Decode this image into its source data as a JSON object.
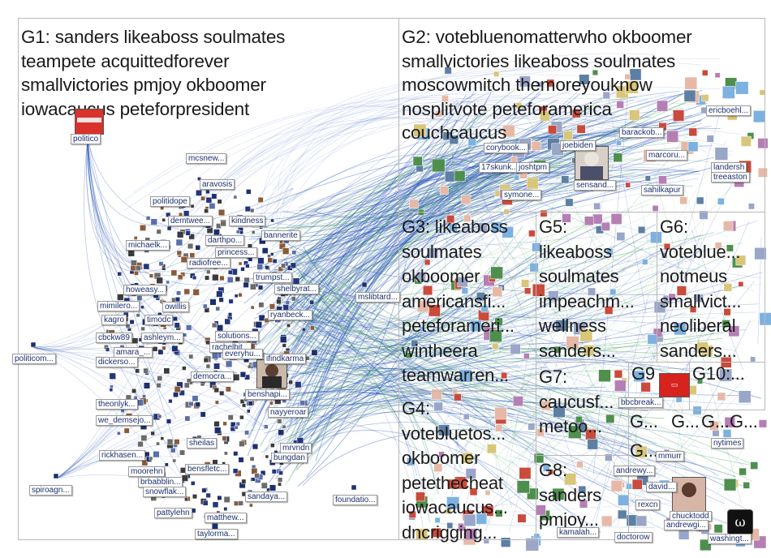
{
  "groups": [
    {
      "id": "G1",
      "lines": [
        "G1: sanders likeaboss soulmates",
        "teampete acquittedforever",
        "smallvictories pmjoy okboomer",
        "iowacaucus peteforpresident"
      ]
    },
    {
      "id": "G2",
      "lines": [
        "G2: votebluenomatterwho okboomer",
        "smallvictories likeaboss soulmates",
        "moscowmitch themoreyouknow",
        "nosplitvote peteforamerica",
        "couchcaucus"
      ]
    },
    {
      "id": "G3",
      "lines": [
        "G3: likeaboss",
        "soulmates",
        "okboomer",
        "americansfi...",
        "peteforameri...",
        "wintheera",
        "teamwarren..."
      ]
    },
    {
      "id": "G4",
      "lines": [
        "G4:",
        "votebluetos...",
        "okboomer",
        "petethecheat",
        "iowacaucus...",
        "dncrigging..."
      ]
    },
    {
      "id": "G5",
      "lines": [
        "G5:",
        "likeaboss",
        "soulmates",
        "impeachm...",
        "wellness",
        "sanders..."
      ]
    },
    {
      "id": "G6",
      "lines": [
        "G6:",
        "voteblue...",
        "notmeus",
        "smallvict...",
        "neoliberal",
        "sanders..."
      ]
    },
    {
      "id": "G7",
      "lines": [
        "G7:",
        "caucusf...",
        "metoo..."
      ]
    },
    {
      "id": "G8",
      "lines": [
        "G8:",
        "sanders",
        "pmjoy..."
      ]
    },
    {
      "id": "G9",
      "lines": [
        "G9"
      ]
    },
    {
      "id": "G10",
      "lines": [
        "G10:..."
      ]
    },
    {
      "id": "G11",
      "lines": [
        "G..."
      ]
    },
    {
      "id": "G12",
      "lines": [
        "G..."
      ]
    },
    {
      "id": "G13",
      "lines": [
        "G..."
      ]
    },
    {
      "id": "G14",
      "lines": [
        "G..."
      ]
    },
    {
      "id": "G15",
      "lines": [
        "G..."
      ]
    }
  ],
  "labels": {
    "politico": "politico",
    "mcsnew": "mcsnew...",
    "politicom": "politicom...",
    "spiroagn": "spiroagn...",
    "mslibtard": "mslibtard...",
    "foundatio": "foundatio...",
    "aravosis": "aravosis",
    "politidope": "politidope",
    "demtwee": "demtwee...",
    "kindness": "kindness",
    "bannerite": "bannerite",
    "michaelk": "michaelk...",
    "darthpo": "darthpo...",
    "princess": "princess...",
    "radiofree": "radiofree...",
    "trumpst": "trumpst...",
    "howeasy": "howeasy...",
    "shelbyrat": "shelbyrat...",
    "mimilero": "mimilero...",
    "owillis": "owillis",
    "kagro": "kagro",
    "timodc": "timodc",
    "ryanbeck": "ryanbeck...",
    "cbckw89": "cbckw89",
    "ashleym": "ashleym...",
    "solutions": "solutions...",
    "rachelbit": "rachelbit...",
    "amara": "amara_...",
    "everyhu": "everyhu...",
    "findkarma": "ifindkarma",
    "dickerso": "dickerso...",
    "democra": "democra...",
    "theonlyk": "theonlyk...",
    "benshapi": "benshapi...",
    "we_demsejo": "we_demsejo...",
    "sheilas": "sheilas",
    "nayyeroar": "nayyeroar",
    "rickhasen": "rickhasen...",
    "mrvndn": "mrvndn",
    "bungdan": "bungdan",
    "moorehn": "moorehn",
    "bensfletc": "bensfletc...",
    "brbabblin": "brbabblin...",
    "snowflak": "snowflak...",
    "pattylehn": "pattylehn",
    "sandaya": "sandaya...",
    "matthew": "matthew...",
    "taylorma": "taylorma...",
    "corybook": "corybook...",
    "joebiden": "joebiden",
    "barackob": "barackob...",
    "marcoru": "marcoru...",
    "sensand": "sensand...",
    "symone": "symone...",
    "17skunk": "17skunk...",
    "joshtpm": "joshtpm",
    "sahilkapur": "sahilkapur",
    "landersh": "landersh",
    "treeaston": "treeaston",
    "ericboehl": "ericboehl...",
    "mmurr": "mmurr",
    "nytimes": "nytimes",
    "chucktodd": "chucktodd",
    "andrewg": "andrewgi...",
    "washingt": "washingt...",
    "doctorow": "doctorow",
    "bbcbreak": "bbcbreak...",
    "kamalah": "kamalah...",
    "andrewy": "andrewy...",
    "david": "david...",
    "rexcn": "rexcn"
  },
  "icons": [
    "politico-logo",
    "time-logo",
    "washington-post-logo",
    "profile-photo"
  ],
  "colors": {
    "frame": "#b9b9b9",
    "edge_blue": "#1f4fb5",
    "edge_green": "#3aa04a",
    "node_label_text": "#1b2f6e",
    "politico_red": "#d9312c",
    "time_red": "#d6231e"
  }
}
